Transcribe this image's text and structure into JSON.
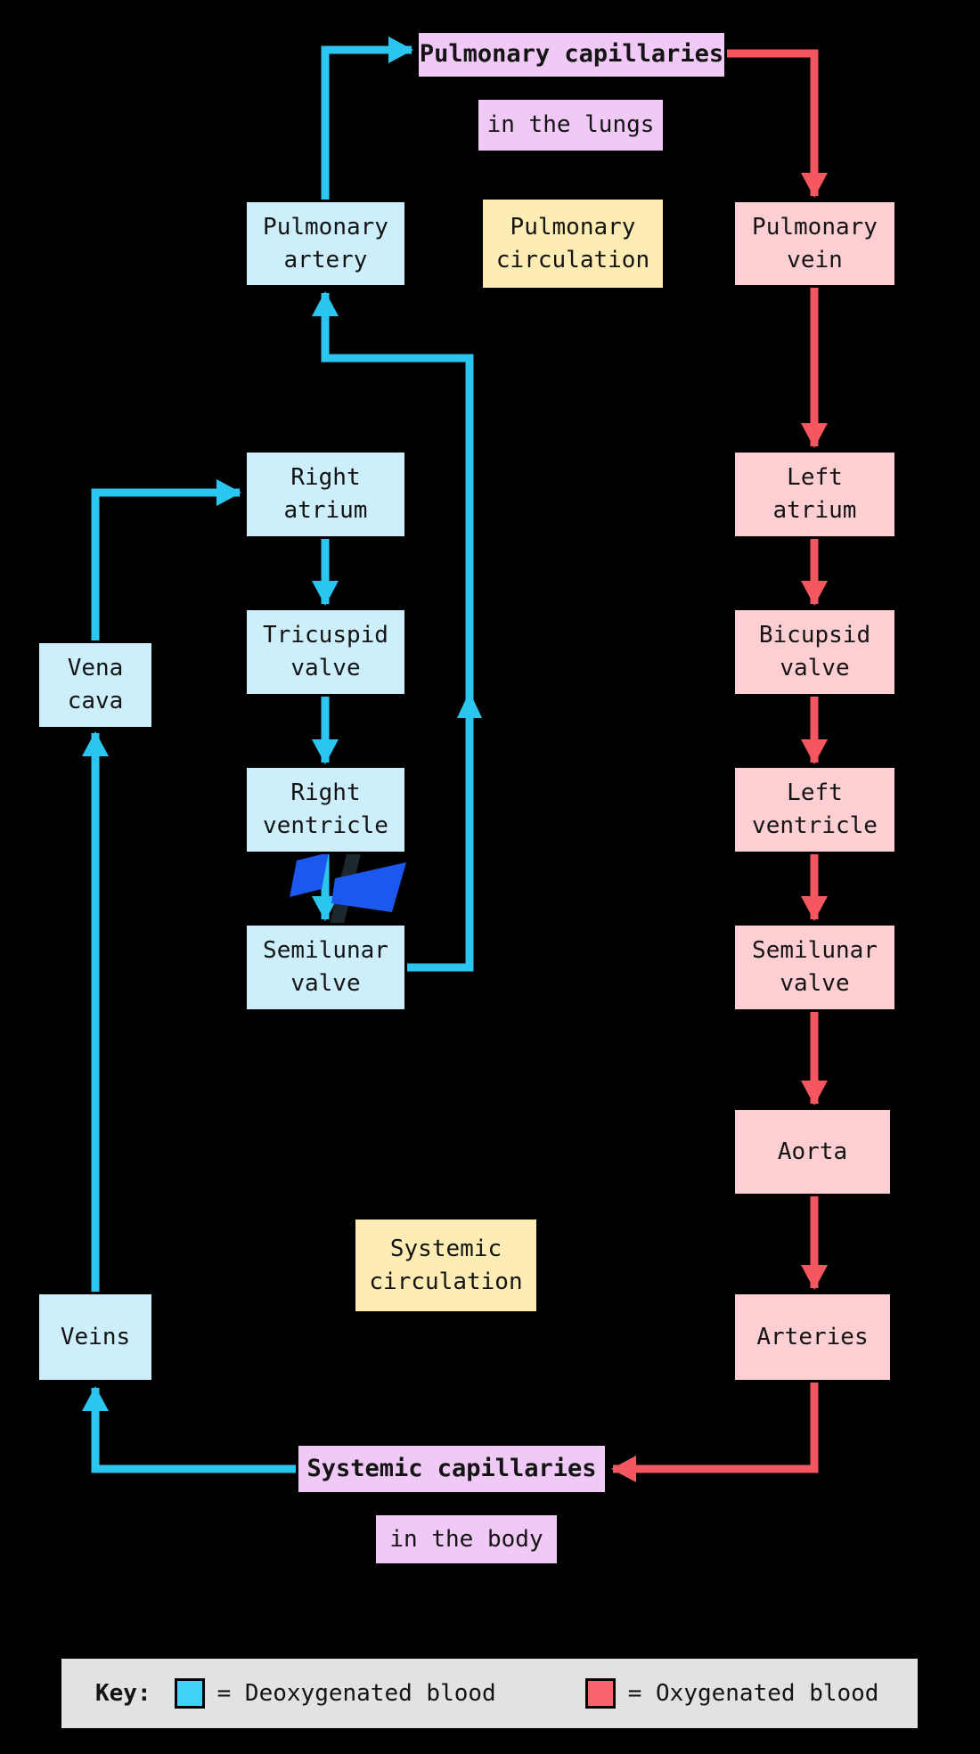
{
  "colors": {
    "background": "#000000",
    "deoxygenated_swatch": "#3ed2f4",
    "oxygenated_swatch": "#f8646c",
    "arrow_deoxygenated": "#2ac6ef",
    "arrow_oxygenated": "#f4575f",
    "box_deoxygenated": "#cdeffb",
    "box_oxygenated": "#fdced2",
    "box_capillaries": "#f0c9f6",
    "box_circulation_label": "#fdecb4",
    "key_background": "#e2e2e2",
    "text": "#141414"
  },
  "nodes": {
    "pulmonary_capillaries": "Pulmonary capillaries",
    "in_the_lungs": "in the lungs",
    "pulmonary_artery": "Pulmonary\nartery",
    "pulmonary_circulation": "Pulmonary\ncirculation",
    "pulmonary_vein": "Pulmonary\nvein",
    "right_atrium": "Right\natrium",
    "left_atrium": "Left\natrium",
    "tricuspid_valve": "Tricuspid\nvalve",
    "bicupsid_valve": "Bicupsid\nvalve",
    "vena_cava": "Vena\ncava",
    "right_ventricle": "Right\nventricle",
    "left_ventricle": "Left\nventricle",
    "semilunar_valve_left": "Semilunar\nvalve",
    "semilunar_valve_right": "Semilunar\nvalve",
    "aorta": "Aorta",
    "systemic_circulation": "Systemic\ncirculation",
    "veins": "Veins",
    "arteries": "Arteries",
    "systemic_capillaries": "Systemic capillaries",
    "in_the_body": "in the body"
  },
  "key": {
    "label": "Key:",
    "deoxygenated_label": "= Deoxygenated blood",
    "oxygenated_label": "= Oxygenated blood"
  }
}
